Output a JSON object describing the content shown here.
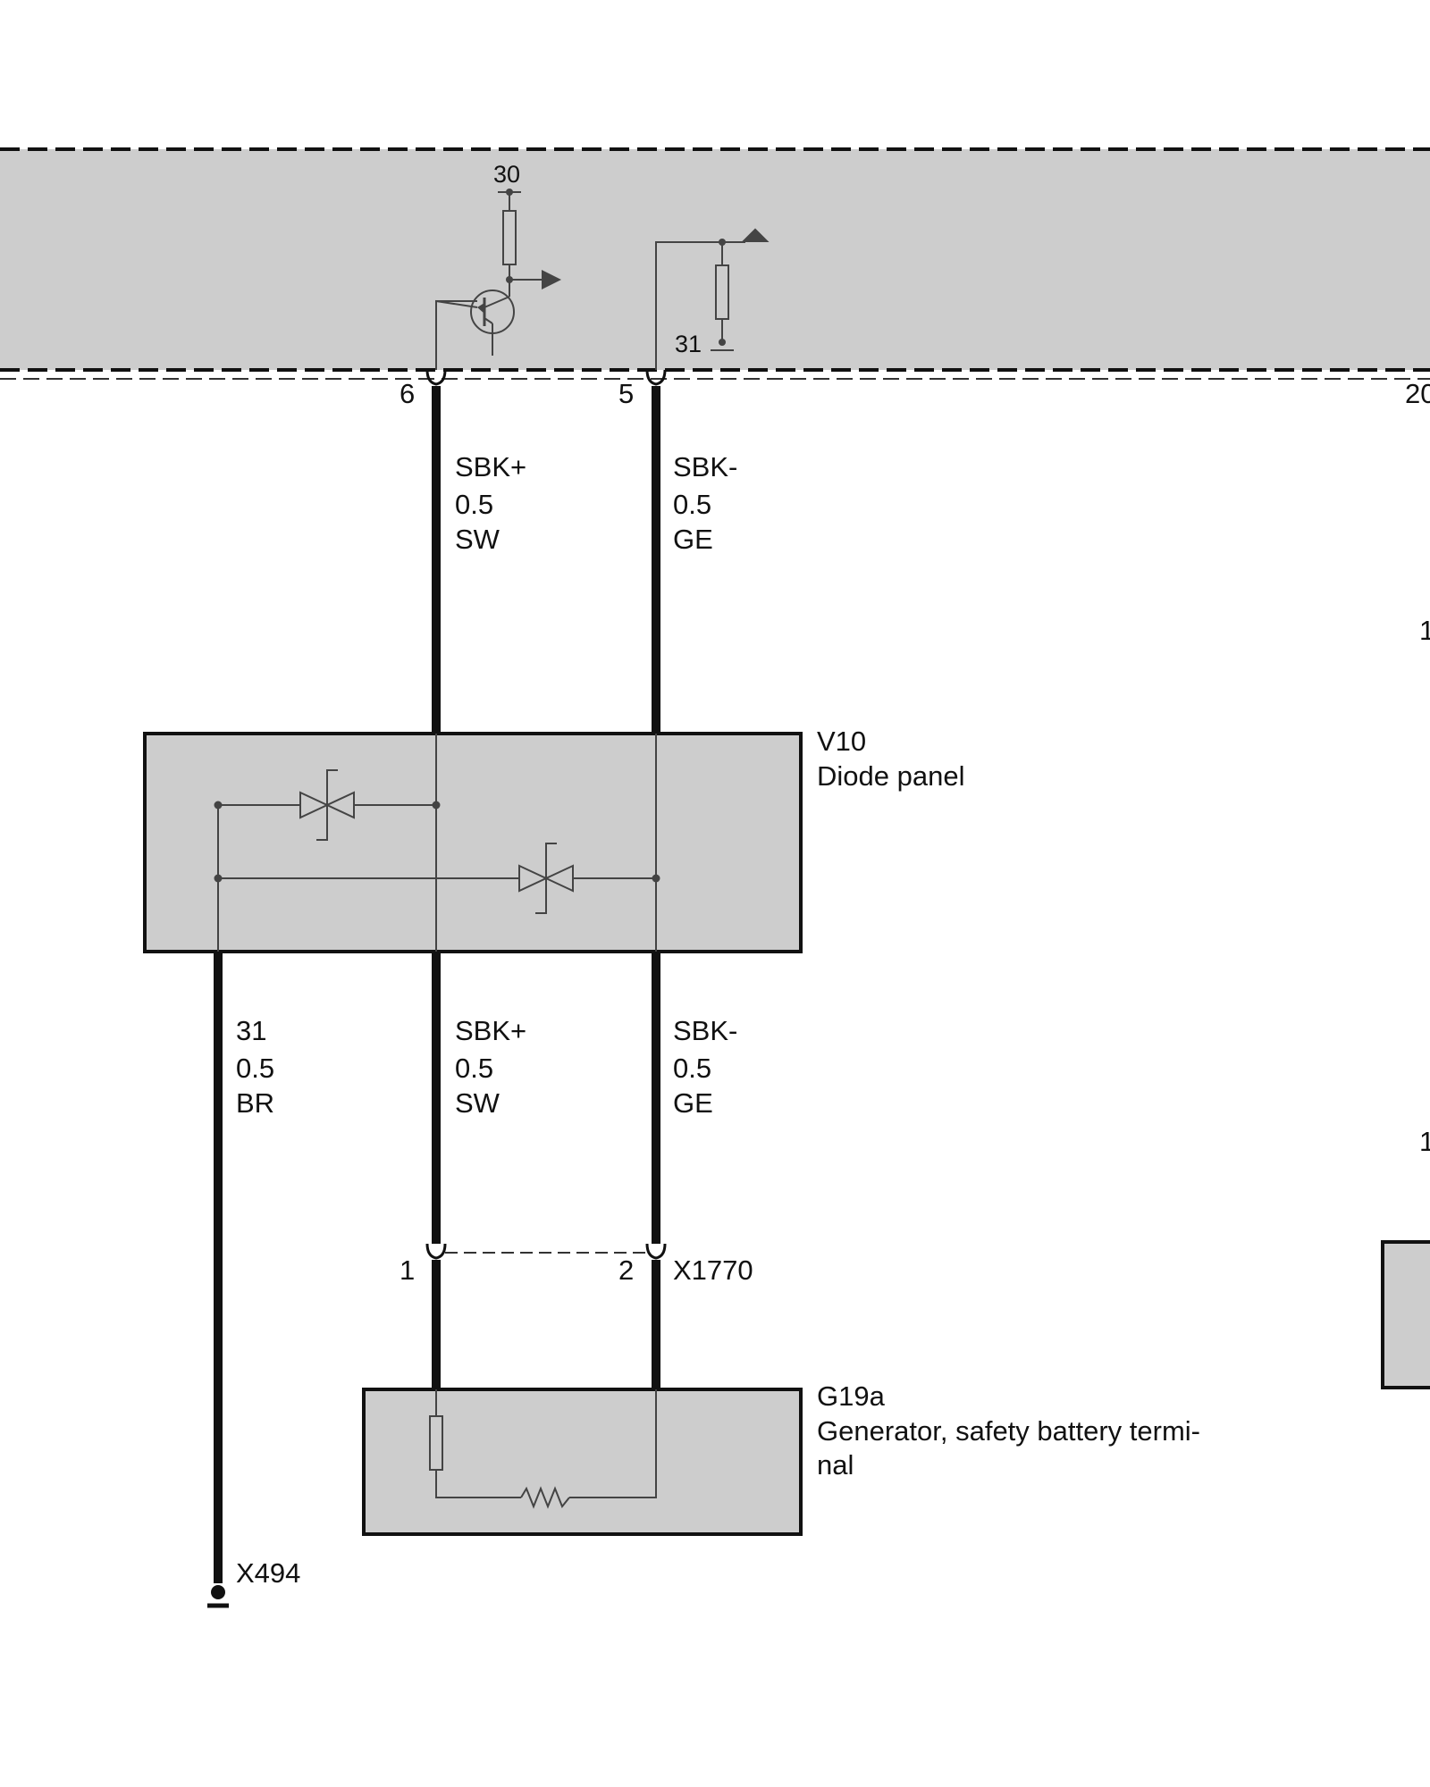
{
  "module": {
    "supply_label": "30",
    "ground_label": "31",
    "pin_sbk_plus": "6",
    "pin_sbk_minus": "5",
    "pin_right": "20"
  },
  "wires": {
    "upper_left": [
      "SBK+",
      "0.5",
      "SW"
    ],
    "upper_right": [
      "SBK-",
      "0.5",
      "GE"
    ],
    "lower_ground": [
      "31",
      "0.5",
      "BR"
    ],
    "lower_left": [
      "SBK+",
      "0.5",
      "SW"
    ],
    "lower_right": [
      "SBK-",
      "0.5",
      "GE"
    ]
  },
  "v10": {
    "id": "V10",
    "name": "Diode panel"
  },
  "connector": {
    "id": "X1770",
    "pin1": "1",
    "pin2": "2"
  },
  "g19a": {
    "id": "G19a",
    "name_line1": "Generator, safety battery termi-",
    "name_line2": "nal"
  },
  "ground_point": {
    "id": "X494"
  },
  "right_edge": {
    "label_a": "1",
    "label_b": "1"
  },
  "colors": {
    "panel_fill": "#cdcdcd",
    "line": "#111111",
    "component_line": "#444444"
  }
}
